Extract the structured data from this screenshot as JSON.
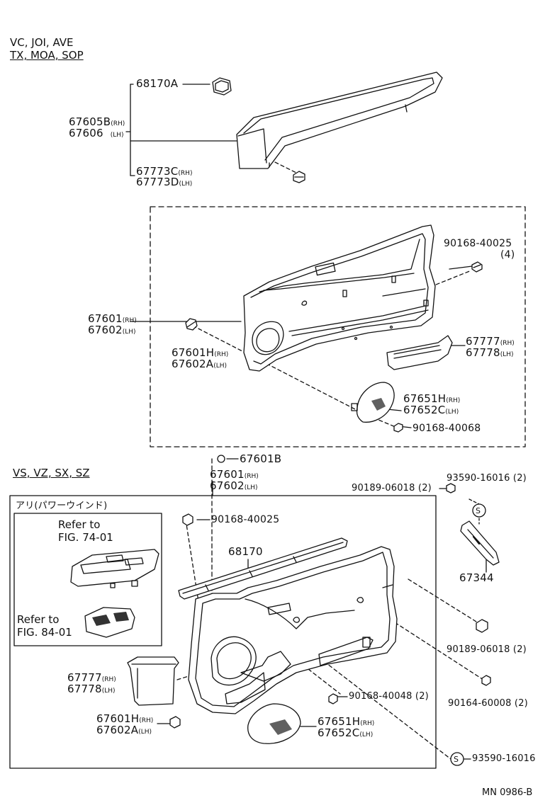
{
  "section_top": {
    "variants_line1": "VC, JOI, AVE",
    "variants_line2": "TX, MOA, SOP",
    "parts": {
      "p68170A": "68170A",
      "p67605B": "67605B",
      "p67605B_side": "(RH)",
      "p67606": "67606",
      "p67606_side": "(LH)",
      "p67773C": "67773C",
      "p67773C_side": "(RH)",
      "p67773D": "67773D",
      "p67773D_side": "(LH)"
    }
  },
  "section_mid": {
    "parts": {
      "p90168_40025": "90168-40025",
      "p90168_40025_qty": "(4)",
      "p67601": "67601",
      "p67601_side": "(RH)",
      "p67602": "67602",
      "p67602_side": "(LH)",
      "p67601H": "67601H",
      "p67601H_side": "(RH)",
      "p67602A": "67602A",
      "p67602A_side": "(LH)",
      "p67777": "67777",
      "p67777_side": "(RH)",
      "p67778": "67778",
      "p67778_side": "(LH)",
      "p67651H": "67651H",
      "p67651H_side": "(RH)",
      "p67652C": "67652C",
      "p67652C_side": "(LH)",
      "p90168_40068": "90168-40068"
    }
  },
  "section_bottom": {
    "variants": "VS, VZ, SX, SZ",
    "option_box_title": "アリ(パワーウインド)",
    "refer1_line1": "Refer to",
    "refer1_line2": "FIG. 74-01",
    "refer2_line1": "Refer to",
    "refer2_line2": "FIG. 84-01",
    "parts": {
      "p67601B": "67601B",
      "p67601": "67601",
      "p67601_side": "(RH)",
      "p67602": "67602",
      "p67602_side": "(LH)",
      "p90189_06018_a": "90189-06018 (2)",
      "p93590_16016_a": "93590-16016 (2)",
      "p90168_40025": "90168-40025",
      "p68170": "68170",
      "p67344": "67344",
      "p90189_06018_b": "90189-06018 (2)",
      "p67777": "67777",
      "p67777_side": "(RH)",
      "p67778": "67778",
      "p67778_side": "(LH)",
      "p90168_40048": "90168-40048 (2)",
      "p90164_60008": "90164-60008 (2)",
      "p67601H": "67601H",
      "p67601H_side": "(RH)",
      "p67602A": "67602A",
      "p67602A_side": "(LH)",
      "p67651H": "67651H",
      "p67651H_side": "(RH)",
      "p67652C": "67652C",
      "p67652C_side": "(LH)",
      "p93590_16016_b": "93590-16016",
      "s_mark_a": "S",
      "s_mark_b": "S"
    }
  },
  "footer_code": "MN 0986-B"
}
